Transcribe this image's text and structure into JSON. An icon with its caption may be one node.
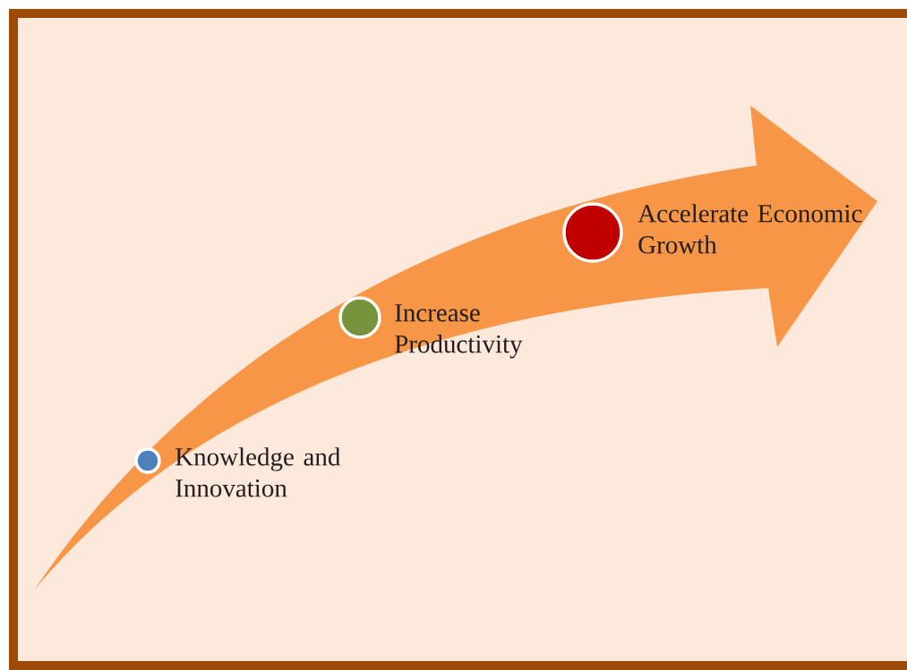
{
  "diagram": {
    "nodes": [
      {
        "text": [],
        "shape": "circle",
        "beside": [
          "Knowledge and Innovation"
        ]
      },
      {
        "text": [],
        "shape": "circle",
        "beside": [
          "Increase Productivity"
        ]
      },
      {
        "text": [],
        "shape": "circle",
        "beside": [
          "Accelerate Economic Growth"
        ]
      }
    ],
    "edges": []
  }
}
